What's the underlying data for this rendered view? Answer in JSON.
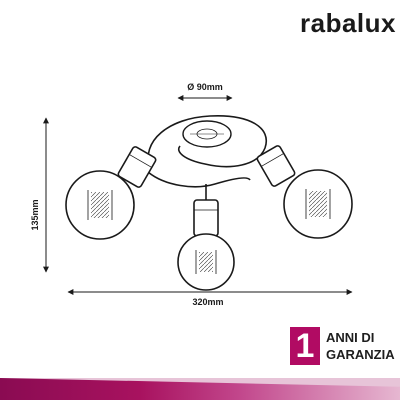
{
  "brand": {
    "name": "rabalux",
    "color": "#1a1a1a"
  },
  "dimensions": {
    "diameter_label": "Ø 90mm",
    "height_label": "135mm",
    "width_label": "320mm"
  },
  "warranty": {
    "years": "1",
    "line1": "ANNI DI",
    "line2": "GARANZIA",
    "accent_color": "#b10b63"
  }
}
